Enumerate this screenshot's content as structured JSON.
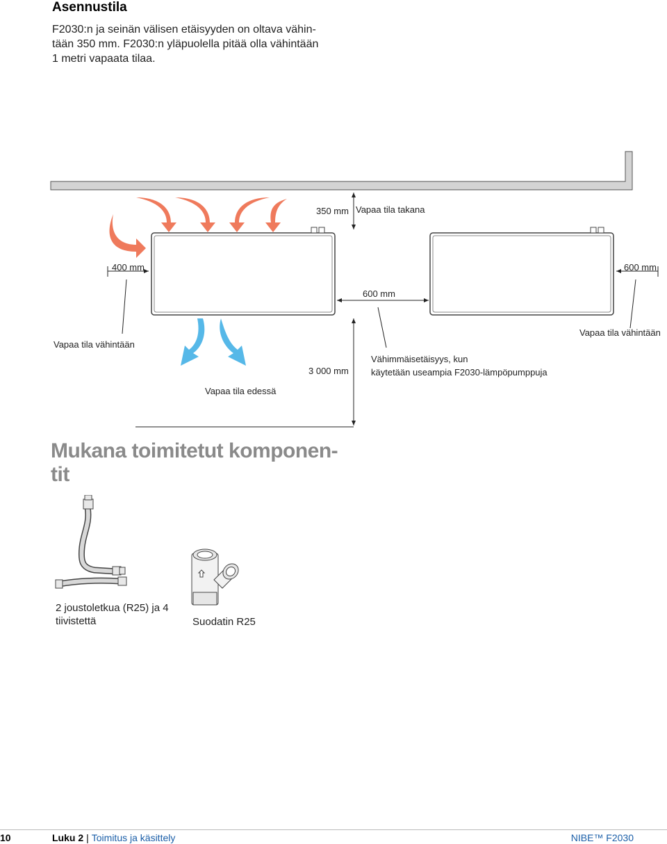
{
  "heading": "Asennustila",
  "intro_lines": [
    "F2030:n ja seinän välisen etäisyyden on oltava vähin-",
    "tään 350 mm. F2030:n yläpuolella pitää olla vähintään",
    "1 metri vapaata tilaa."
  ],
  "diagram": {
    "label_350": "350 mm",
    "label_rear": "Vapaa tila takana",
    "label_400": "400 mm",
    "label_600_right": "600 mm",
    "label_600_between": "600 mm",
    "label_min_left": "Vapaa tila vähintään",
    "label_min_right": "Vapaa tila vähintään",
    "label_3000": "3 000 mm",
    "label_front": "Vapaa tila edessä",
    "label_multi_1": "Vähimmäisetäisyys, kun",
    "label_multi_2": "käytetään useampia F2030-lämpöpumppuja",
    "colors": {
      "hot_air": "#ef7a5c",
      "cold_air": "#56b8e8",
      "wall": "#d4d4d4"
    }
  },
  "components": {
    "heading_line1": "Mukana toimitetut komponen-",
    "heading_line2": "tit",
    "hose_caption_1": "2 joustoletkua (R25) ja 4",
    "hose_caption_2": "tiivistettä",
    "filter_caption": "Suodatin R25"
  },
  "footer": {
    "page_number": "10",
    "chapter_label": "Luku 2",
    "separator": "|",
    "chapter_title": "Toimitus ja käsittely",
    "product": "NIBE™ F2030"
  }
}
